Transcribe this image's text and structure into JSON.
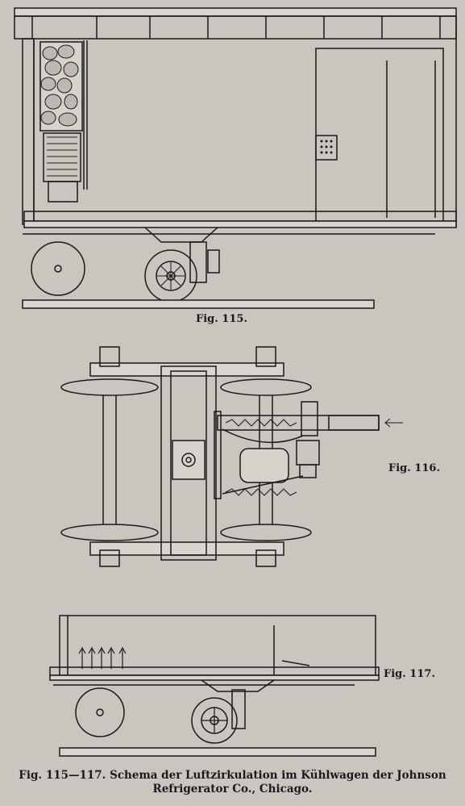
{
  "figures": [
    {
      "id": "fig115",
      "label": "Fig. 115."
    },
    {
      "id": "fig116",
      "label": "Fig. 116."
    },
    {
      "id": "fig117",
      "label": "Fig. 117."
    }
  ],
  "caption": {
    "line1": "Fig. 115—117.  Schema der Luftzirkulation im Kühlwagen der Johnson",
    "line2": "Refrigerator Co., Chicago."
  },
  "colors": {
    "paper": "#c9c5bf",
    "ink": "#1a1a1a"
  }
}
